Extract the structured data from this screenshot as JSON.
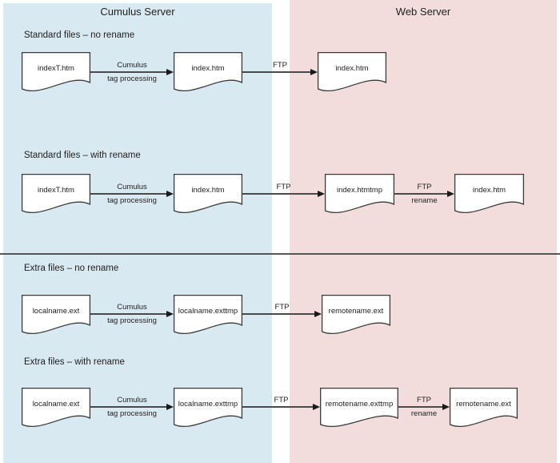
{
  "headers": {
    "left": "Cumulus Server",
    "right": "Web Server"
  },
  "colors": {
    "cumulus_bg": "#d8e9f1",
    "web_bg": "#f2dddc",
    "divider": "#565656",
    "line": "#4a4a4a",
    "arrowhead": "#1a1a1a",
    "doc_border": "#3a3a3a",
    "doc_fill": "#ffffff"
  },
  "rows": [
    {
      "heading": "Standard files – no rename",
      "nodes": [
        {
          "label": "indexT.htm"
        },
        {
          "label": "index.htm"
        },
        {
          "label": "index.htm"
        }
      ],
      "arrows": [
        {
          "label_top": "Cumulus",
          "label_bottom": "tag processing"
        },
        {
          "label_top": "FTP"
        }
      ]
    },
    {
      "heading": "Standard files – with rename",
      "nodes": [
        {
          "label": "indexT.htm"
        },
        {
          "label": "index.htm"
        },
        {
          "label": "index.htmtmp"
        },
        {
          "label": "index.htm"
        }
      ],
      "arrows": [
        {
          "label_top": "Cumulus",
          "label_bottom": "tag processing"
        },
        {
          "label_top": "FTP"
        },
        {
          "label_top": "FTP",
          "label_bottom": "rename"
        }
      ]
    },
    {
      "heading": "Extra files – no rename",
      "nodes": [
        {
          "label": "localname.ext"
        },
        {
          "label": "localname.exttmp"
        },
        {
          "label": "remotename.ext"
        }
      ],
      "arrows": [
        {
          "label_top": "Cumulus",
          "label_bottom": "tag processing"
        },
        {
          "label_top": "FTP"
        }
      ]
    },
    {
      "heading": "Extra files – with rename",
      "nodes": [
        {
          "label": "localname.ext"
        },
        {
          "label": "localname.exttmp"
        },
        {
          "label": "remotename.exttmp"
        },
        {
          "label": "remotename.ext"
        }
      ],
      "arrows": [
        {
          "label_top": "Cumulus",
          "label_bottom": "tag processing"
        },
        {
          "label_top": "FTP"
        },
        {
          "label_top": "FTP",
          "label_bottom": "rename"
        }
      ]
    }
  ]
}
